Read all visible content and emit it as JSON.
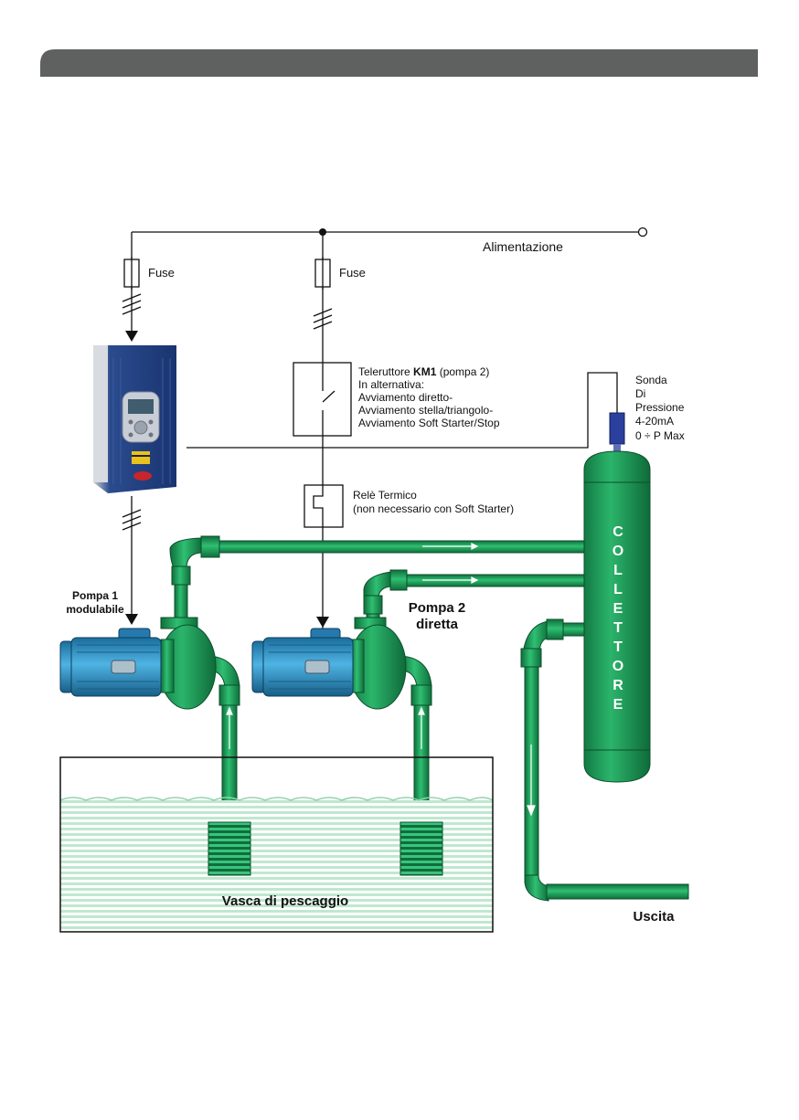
{
  "labels": {
    "fuse_left": "Fuse",
    "fuse_right": "Fuse",
    "supply": "Alimentazione",
    "contactor_prefix": "Teleruttore ",
    "contactor_code": "KM1",
    "contactor_suffix": " (pompa 2)",
    "alt_title": "In alternativa:",
    "alt_1": "Avviamento diretto-",
    "alt_2": "Avviamento stella/triangolo-",
    "alt_3": "Avviamento Soft Starter/Stop",
    "relay_1": "Relè Termico",
    "relay_2": "(non necessario con Soft Starter)",
    "sensor_1": "Sonda",
    "sensor_2": "Di",
    "sensor_3": "Pressione",
    "sensor_4": "4-20mA",
    "sensor_5": "0 ÷ P Max",
    "pump1_1": "Pompa 1",
    "pump1_2": "modulabile",
    "pump2_1": "Pompa 2",
    "pump2_2": "diretta",
    "tank": "Vasca di pescaggio",
    "collector": [
      "C",
      "O",
      "L",
      "L",
      "E",
      "T",
      "T",
      "O",
      "R",
      "E"
    ],
    "output": "Uscita"
  },
  "colors": {
    "header_bar": "#5f6161",
    "pipe": "#1f9e5c",
    "pipe_dark": "#10703e",
    "motor": "#2b8fc4",
    "water": "#bfe8cf",
    "inverter": "#1e3c78"
  }
}
